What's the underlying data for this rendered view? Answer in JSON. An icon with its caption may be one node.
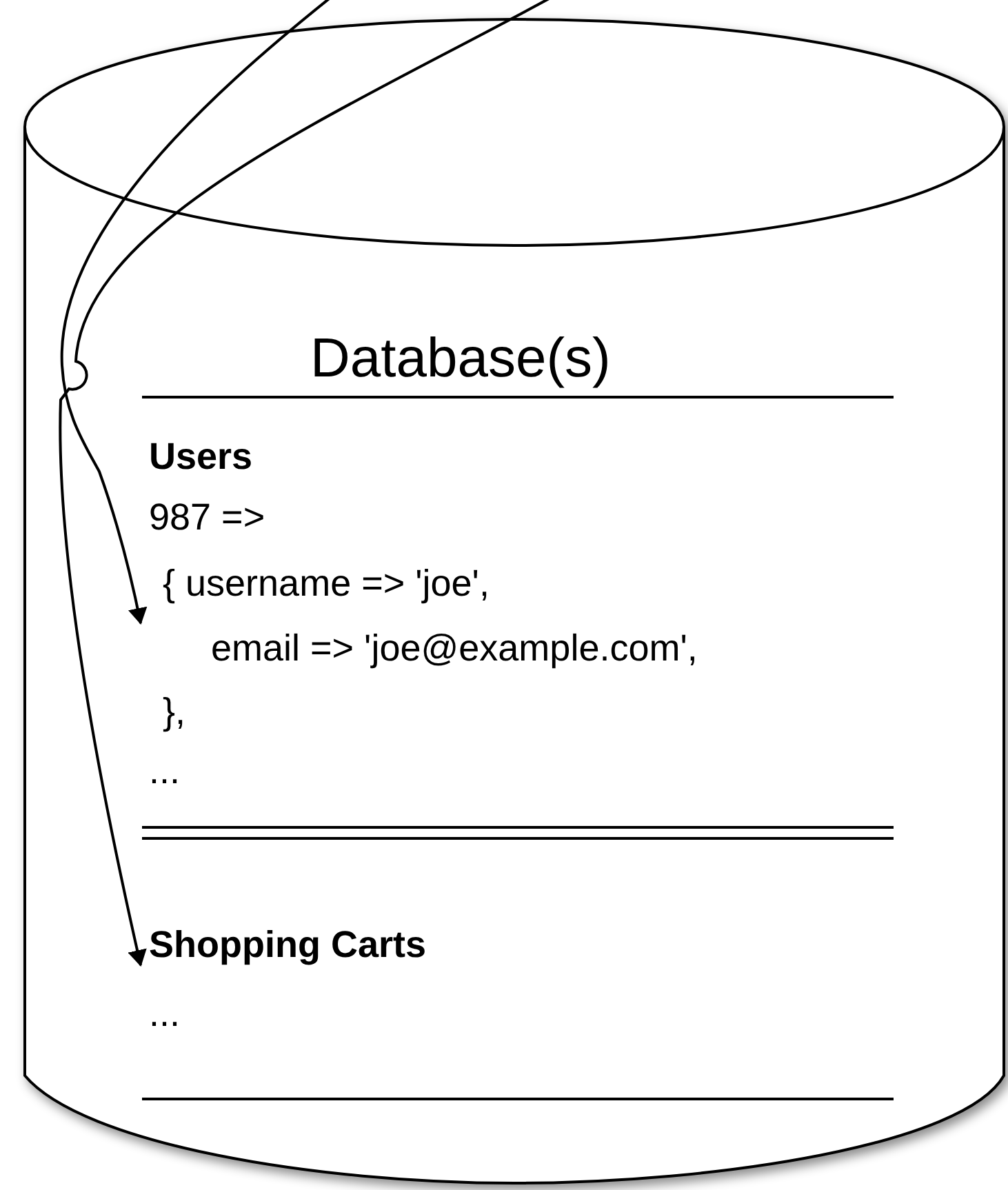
{
  "diagram": {
    "nodes": [
      {
        "text": [
          "Database(s)"
        ]
      },
      {
        "text": [
          "Users",
          "987 =>",
          "{ username => 'joe',",
          "email => 'joe@example.com',",
          "},",
          "..."
        ],
        "in": 0
      },
      {
        "text": [
          "Shopping Carts",
          "..."
        ],
        "in": 0
      }
    ],
    "edges": [
      {
        "from": null,
        "to": 1,
        "arrow": "to"
      },
      {
        "from": null,
        "to": 2,
        "arrow": "to"
      }
    ]
  }
}
